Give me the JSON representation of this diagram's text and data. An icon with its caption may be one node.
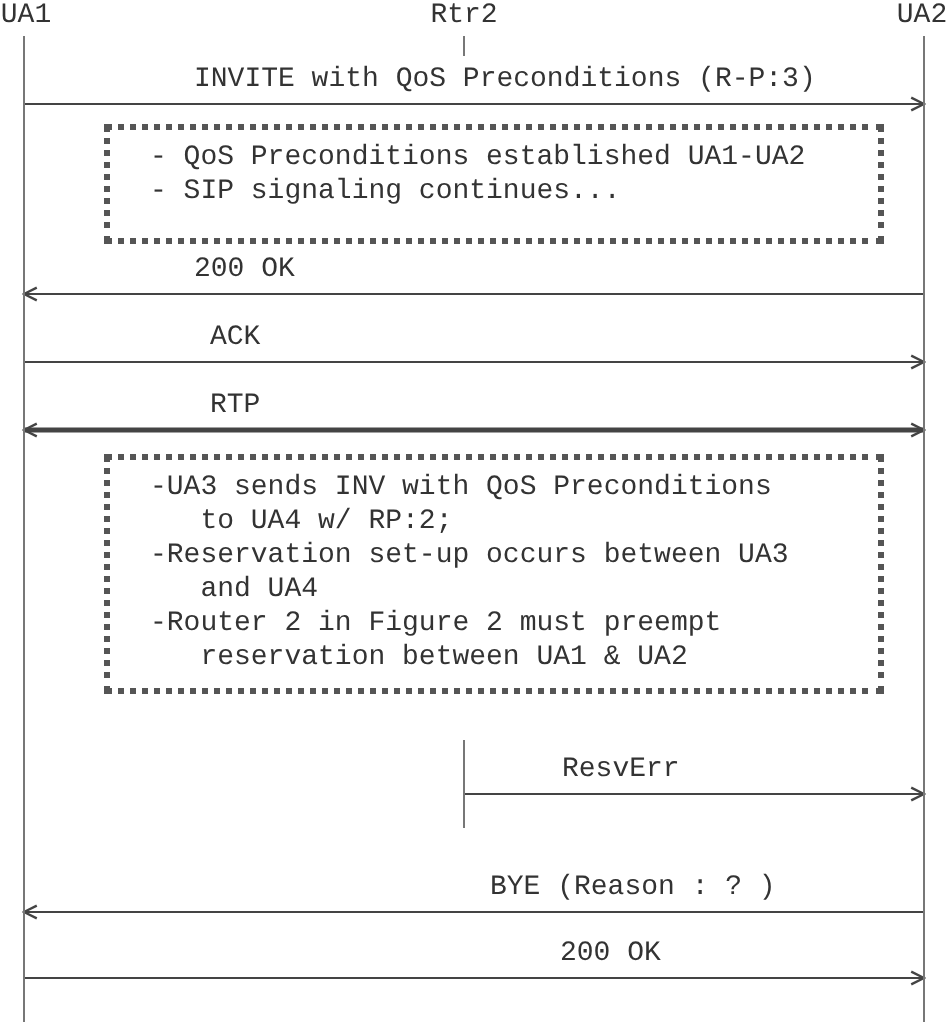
{
  "diagram": {
    "nodes": [
      {
        "text": [
          "UA1"
        ]
      },
      {
        "text": [
          "Rtr2"
        ]
      },
      {
        "text": [
          "UA2"
        ]
      },
      {
        "text": [
          "- QoS Preconditions established UA1-UA2",
          "- SIP signaling continues..."
        ]
      },
      {
        "text": [
          "-UA3 sends INV with QoS Preconditions to UA4 w/ RP:2;",
          "-Reservation set-up occurs between UA3 and UA4",
          "-Router 2 in Figure 2 must preempt reservation between UA1 & UA2"
        ]
      },
      {
        "text": [],
        "shape": "bar"
      }
    ],
    "edges": [
      {
        "from": 0,
        "to": 2,
        "arrow": "to",
        "label": "INVITE with QoS Preconditions (R-P:3)"
      },
      {
        "from": 2,
        "to": 0,
        "arrow": "to",
        "label": "200 OK"
      },
      {
        "from": 0,
        "to": 2,
        "arrow": "to",
        "label": "ACK"
      },
      {
        "from": 0,
        "to": 2,
        "arrow": "both",
        "label": "RTP",
        "style": "thick"
      },
      {
        "from": 5,
        "to": 2,
        "arrow": "to",
        "label": "ResvErr"
      },
      {
        "from": 2,
        "to": 0,
        "arrow": "to",
        "label": "BYE (Reason : ? )"
      },
      {
        "from": 0,
        "to": 2,
        "arrow": "to",
        "label": "200 OK"
      }
    ]
  }
}
